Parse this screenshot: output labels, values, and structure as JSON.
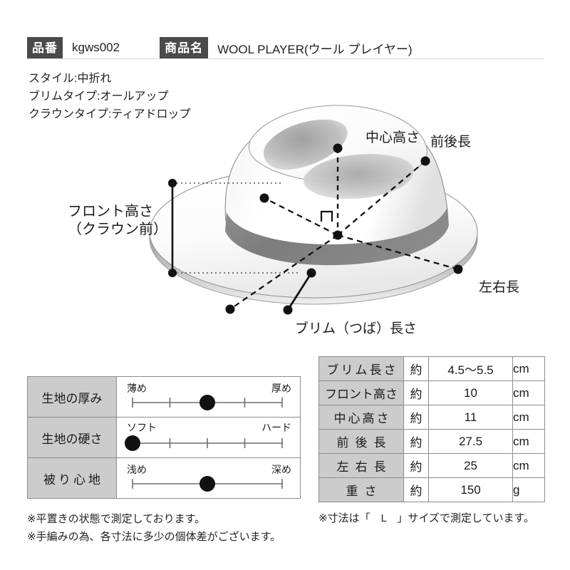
{
  "header": {
    "code_tag": "品番",
    "code_value": "kgws002",
    "name_tag": "商品名",
    "name_value": "WOOL PLAYER(ウール プレイヤー)"
  },
  "attributes": [
    "スタイル:中折れ",
    "ブリムタイプ:オールアップ",
    "クラウンタイプ:ティアドロップ"
  ],
  "diagram": {
    "labels": {
      "front_height": "フロント高さ\n（クラウン前）",
      "front_height_line1": "フロント高さ",
      "front_height_line2": "（クラウン前）",
      "center_height": "中心高さ",
      "front_back": "前後長",
      "left_right": "左右長",
      "brim": "ブリム（つば）長さ"
    }
  },
  "feel_table": {
    "rows": [
      {
        "label": "生地の厚み",
        "left_label": "薄め",
        "right_label": "厚め",
        "ticks": 5,
        "position": 3
      },
      {
        "label": "生地の硬さ",
        "left_label": "ソフト",
        "right_label": "ハード",
        "ticks": 5,
        "position": 1
      },
      {
        "label": "被り心地",
        "left_label": "浅め",
        "right_label": "深め",
        "ticks": 2,
        "position": 3
      }
    ]
  },
  "spec_table": {
    "rows": [
      {
        "label": "ブリム長さ",
        "approx": "約",
        "value": "4.5〜5.5",
        "unit": "cm"
      },
      {
        "label": "フロント高さ",
        "approx": "約",
        "value": "10",
        "unit": "cm"
      },
      {
        "label": "中心高さ",
        "approx": "約",
        "value": "11",
        "unit": "cm"
      },
      {
        "label": "前後長",
        "approx": "約",
        "value": "27.5",
        "unit": "cm"
      },
      {
        "label": "左右長",
        "approx": "約",
        "value": "25",
        "unit": "cm"
      },
      {
        "label": "重さ",
        "approx": "約",
        "value": "150",
        "unit": "g"
      }
    ]
  },
  "notes": {
    "left_1": "※平置きの状態で測定しております。",
    "left_2": "※手編みの為、各寸法に多少の個体差がございます。",
    "right_1": "※寸法は「　L　」サイズで測定しています。"
  },
  "colors": {
    "tag_bg": "#4a4a4a",
    "label_bg": "#cccccc",
    "border": "#8c8c8c",
    "text": "#231f20",
    "hat_band": "#808080"
  }
}
